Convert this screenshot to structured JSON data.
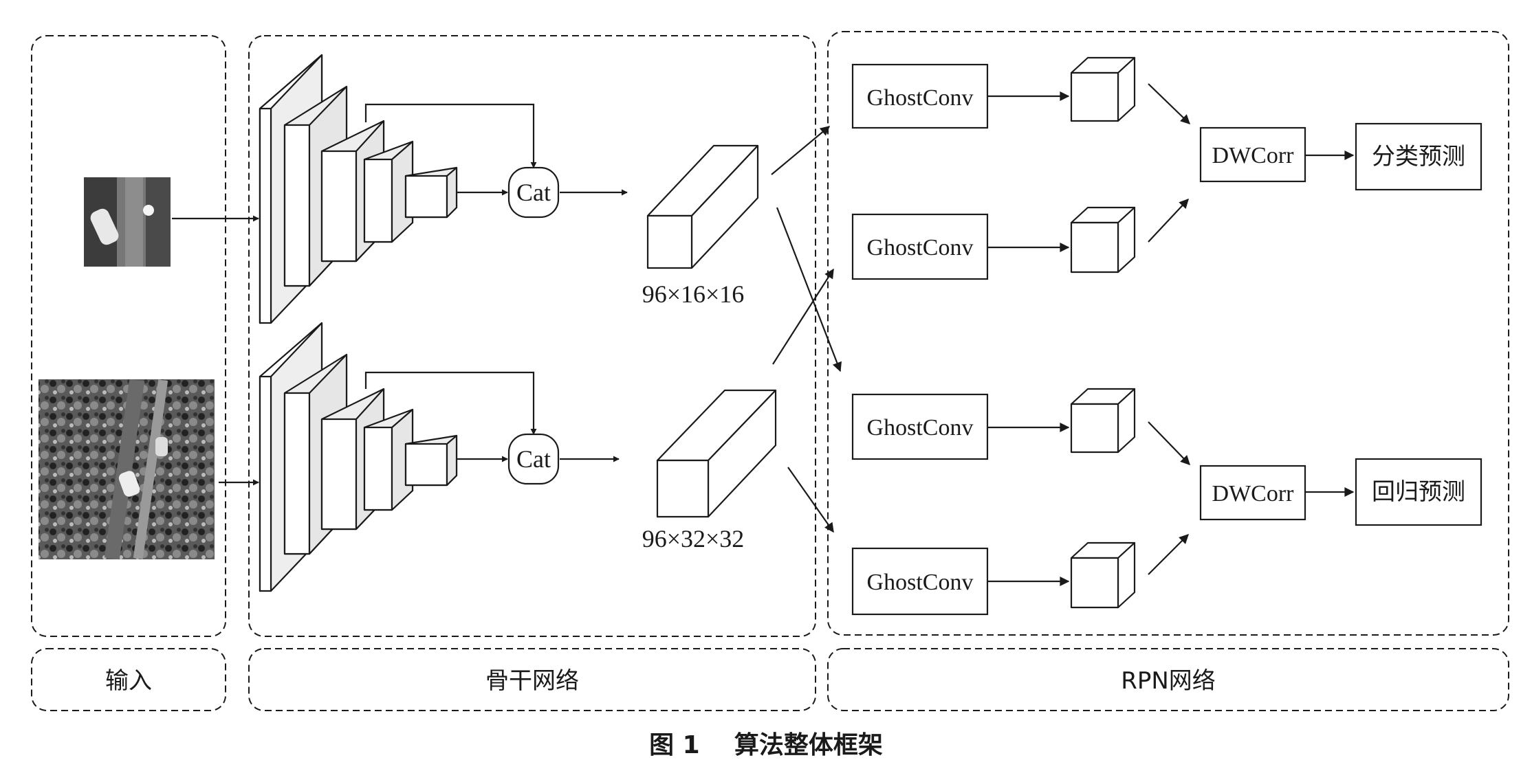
{
  "sections": {
    "input": "输入",
    "backbone": "骨干网络",
    "rpn": "RPN网络"
  },
  "backbone": {
    "cat_top": "Cat",
    "cat_bottom": "Cat",
    "feature_top": "96×16×16",
    "feature_bottom": "96×32×32"
  },
  "rpn": {
    "ghost_1": "GhostConv",
    "ghost_2": "GhostConv",
    "ghost_3": "GhostConv",
    "ghost_4": "GhostConv",
    "dwcorr_top": "DWCorr",
    "dwcorr_bottom": "DWCorr",
    "output_cls": "分类预测",
    "output_reg": "回归预测"
  },
  "caption": "图 1    算法整体框架"
}
